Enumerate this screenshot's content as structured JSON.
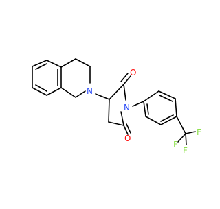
{
  "molecule": {
    "atoms": [
      {
        "id": "o1",
        "element": "O",
        "label": "O"
      },
      {
        "id": "o2",
        "element": "O",
        "label": "O"
      },
      {
        "id": "n1",
        "element": "N",
        "label": "N",
        "role": "imide"
      },
      {
        "id": "n2",
        "element": "N",
        "label": "N",
        "role": "amine"
      },
      {
        "id": "f1",
        "element": "F",
        "label": "F"
      },
      {
        "id": "f2",
        "element": "F",
        "label": "F"
      },
      {
        "id": "f3",
        "element": "F",
        "label": "F"
      }
    ],
    "colors": {
      "bond": "#000000",
      "oxygen": "#ff0d0d",
      "nitrogen": "#3050f8",
      "fluorine": "#8fe04f"
    }
  }
}
